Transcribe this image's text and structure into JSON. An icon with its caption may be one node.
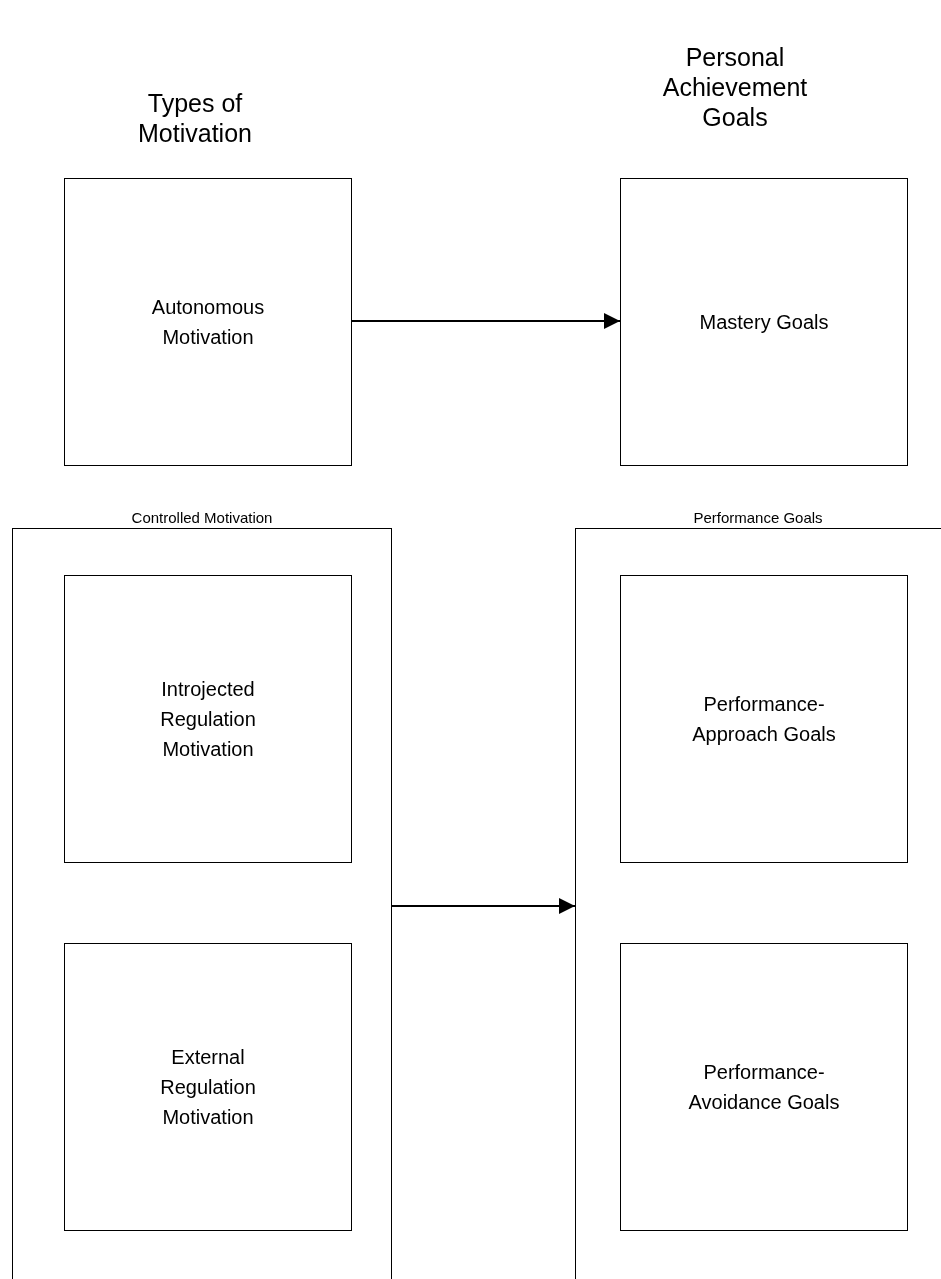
{
  "diagram": {
    "nodes": [
      {
        "text": [
          "Autonomous Motivation"
        ]
      },
      {
        "text": [
          "Mastery Goals"
        ]
      },
      {
        "text": [
          "Controlled Motivation"
        ]
      },
      {
        "text": [
          "Introjected Regulation Motivation"
        ],
        "in": 2
      },
      {
        "text": [
          "External Regulation Motivation"
        ],
        "in": 2
      },
      {
        "text": [
          "Performance Goals"
        ]
      },
      {
        "text": [
          "Performance- Approach Goals"
        ],
        "in": 5
      },
      {
        "text": [
          "Performance- Avoidance Goals"
        ],
        "in": 5
      }
    ],
    "edges": [
      {
        "from": 0,
        "to": 1,
        "arrow": "to"
      },
      {
        "from": 2,
        "to": 5,
        "arrow": "to"
      }
    ],
    "labels": [
      "Types of Motivation",
      "Personal Achievement Goals"
    ]
  }
}
